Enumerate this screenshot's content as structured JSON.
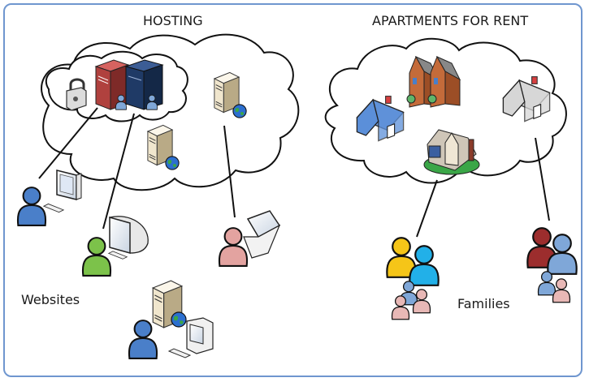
{
  "diagram": {
    "sections": [
      {
        "title": "HOSTING",
        "group_label": "Websites",
        "cloud_items": [
          "lock",
          "shared-server-red",
          "shared-server-blue",
          "web-server",
          "web-server"
        ],
        "clients": [
          "user-desktop-blue",
          "user-desktop-green",
          "user-laptop-pink",
          "user-with-own-server"
        ]
      },
      {
        "title": "APARTMENTS FOR RENT",
        "group_label": "Families",
        "cloud_items": [
          "blue-house",
          "townhouses",
          "suburban-house",
          "grey-house"
        ],
        "clients": [
          "family-group-1",
          "family-group-2"
        ]
      }
    ],
    "colors": {
      "frame": "#6f96cf",
      "user_blue": "#4a7fc9",
      "user_green": "#7cc24a",
      "user_pink": "#e3a3a0",
      "user_yellow": "#f5c518",
      "user_cyan": "#22b0e8",
      "user_darkred": "#9c2d2d",
      "server_red": "#b0413e",
      "server_navy": "#1f3a66",
      "server_beige": "#e8dcc0",
      "house_blue": "#5b8fd9",
      "house_grey": "#d6d6d6"
    }
  }
}
